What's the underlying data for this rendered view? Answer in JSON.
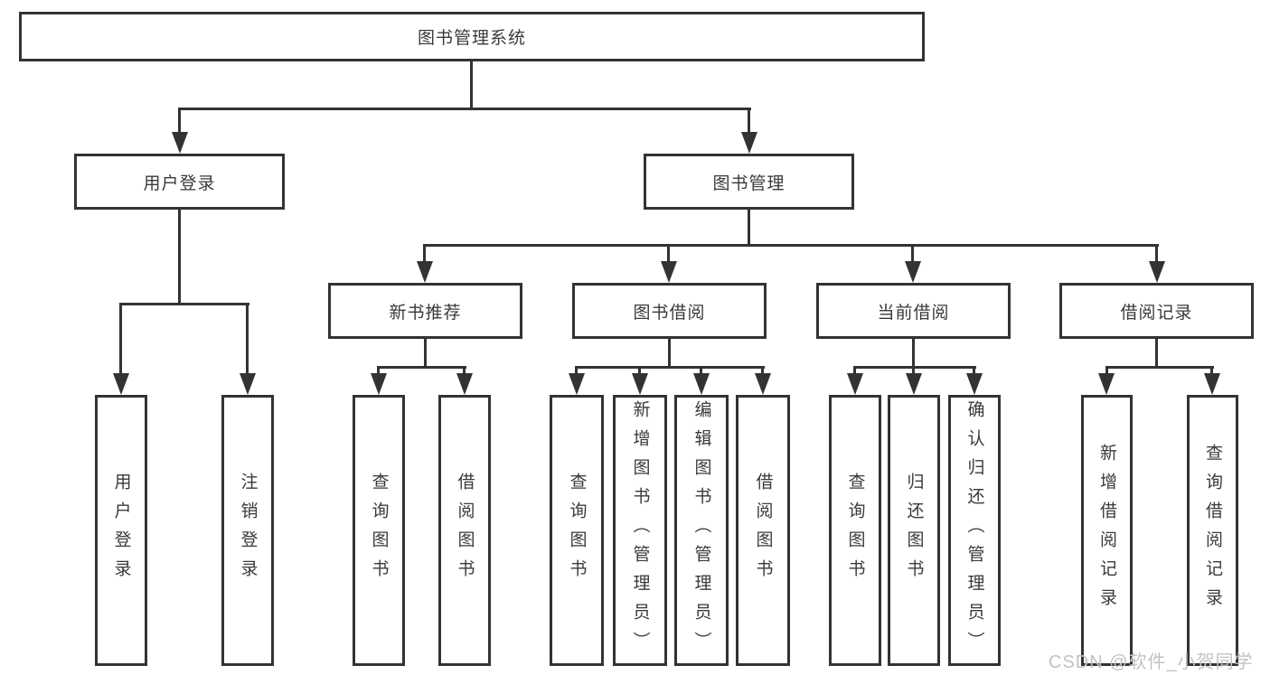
{
  "diagram": {
    "root": "图书管理系统",
    "level2": {
      "user_login": "用户登录",
      "book_management": "图书管理"
    },
    "level3": {
      "new_book_recommend": "新书推荐",
      "book_borrowing": "图书借阅",
      "current_borrowing": "当前借阅",
      "borrowing_records": "借阅记录"
    },
    "leaves": {
      "user_login": [
        "用户登录",
        "注销登录"
      ],
      "new_book_recommend": [
        "查询图书",
        "借阅图书"
      ],
      "book_borrowing": [
        "查询图书",
        "新增图书（管理员）",
        "编辑图书（管理员）",
        "借阅图书"
      ],
      "current_borrowing": [
        "查询图书",
        "归还图书",
        "确认归还（管理员）"
      ],
      "borrowing_records": [
        "新增借阅记录",
        "查询借阅记录"
      ]
    }
  },
  "watermark": "CSDN @软件_小贺同学",
  "colors": {
    "line": "#333333",
    "text": "#3a3a3a",
    "background": "#ffffff",
    "watermark": "#bfc3c6"
  }
}
